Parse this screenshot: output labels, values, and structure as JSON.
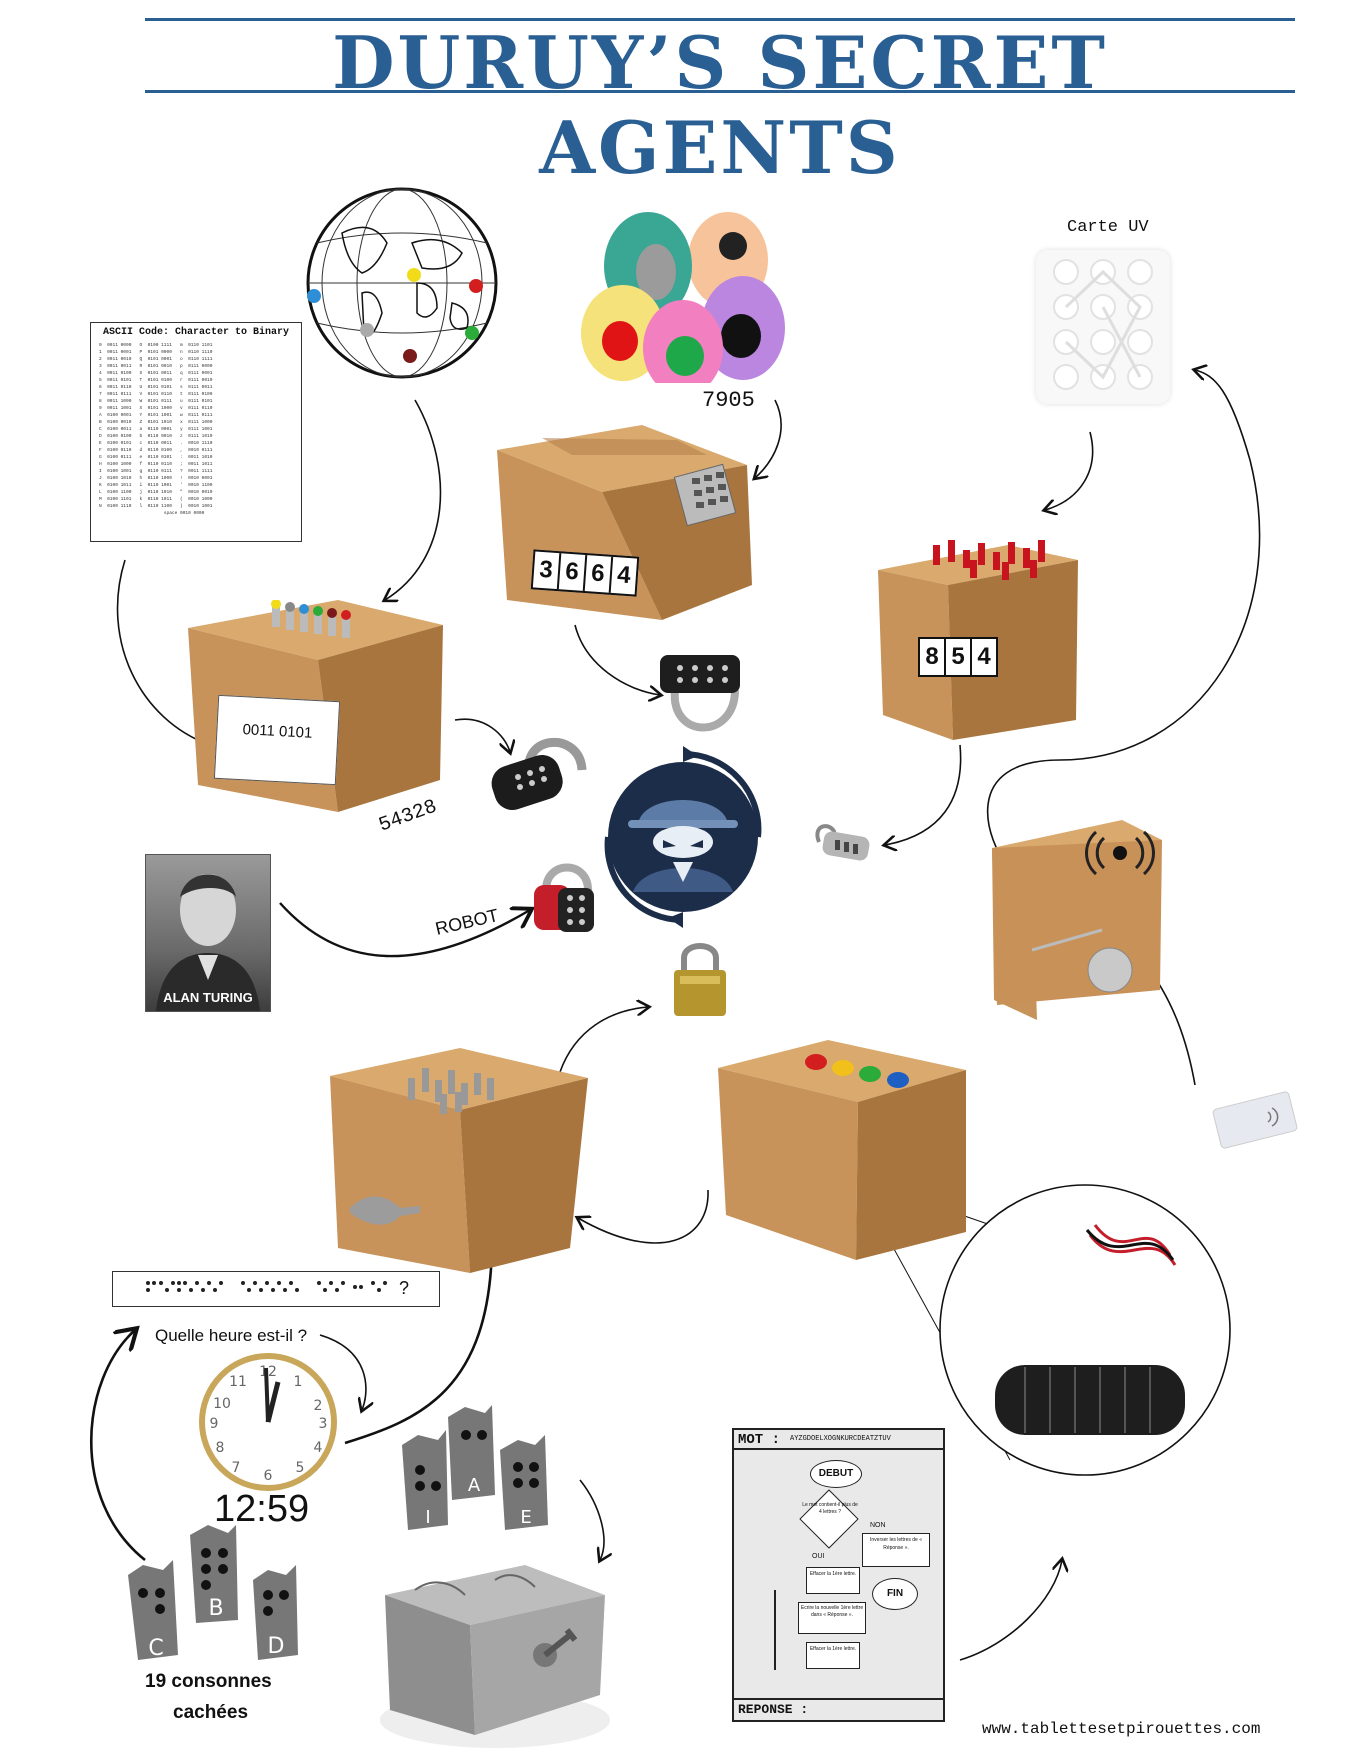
{
  "title": "DURUY’S SECRET AGENTS",
  "ascii": {
    "heading": "ASCII Code: Character to Binary"
  },
  "boxes": {
    "center_top_digits": [
      "3",
      "6",
      "6",
      "4"
    ],
    "right_top_digits": [
      "8",
      "5",
      "4"
    ],
    "left_box_card": "0011 0101"
  },
  "labels": {
    "balloons_code": "7905",
    "left_code": "54328",
    "robot": "ROBOT",
    "carte_uv": "Carte UV",
    "turing": "ALAN TURING",
    "braille_question_mark": "?",
    "quelle_heure": "Quelle heure est-il ?",
    "clock_time": "12:59",
    "consonnes_line1": "19 consonnes",
    "consonnes_line2": "cachées",
    "braille_letters_bottom": [
      "C",
      "B",
      "D"
    ],
    "braille_letters_top": [
      "I",
      "A",
      "E"
    ],
    "website": "www.tablettesetpirouettes.com"
  },
  "flowchart": {
    "mot_label": "MOT :",
    "mot_value": "AYZGDOELXOGNKURCDEATZTUV",
    "debut": "DEBUT",
    "question": "Le mot contient-il plus de 4 lettres ?",
    "non": "NON",
    "oui": "OUI",
    "invert": "Inverser les lettres de « Réponse ».",
    "step1": "Effacer la 1ère lettre.",
    "step2": "Ecrire la nouvelle 1ère lettre dans « Réponse ».",
    "step3": "Effacer la 1ère lettre.",
    "fin": "FIN",
    "reponse": "REPONSE :"
  },
  "colors": {
    "title_blue": "#2a5f93",
    "cardboard": "#c8935a",
    "cardboard_dark": "#a8753e",
    "agent_navy": "#1c2d4a"
  }
}
